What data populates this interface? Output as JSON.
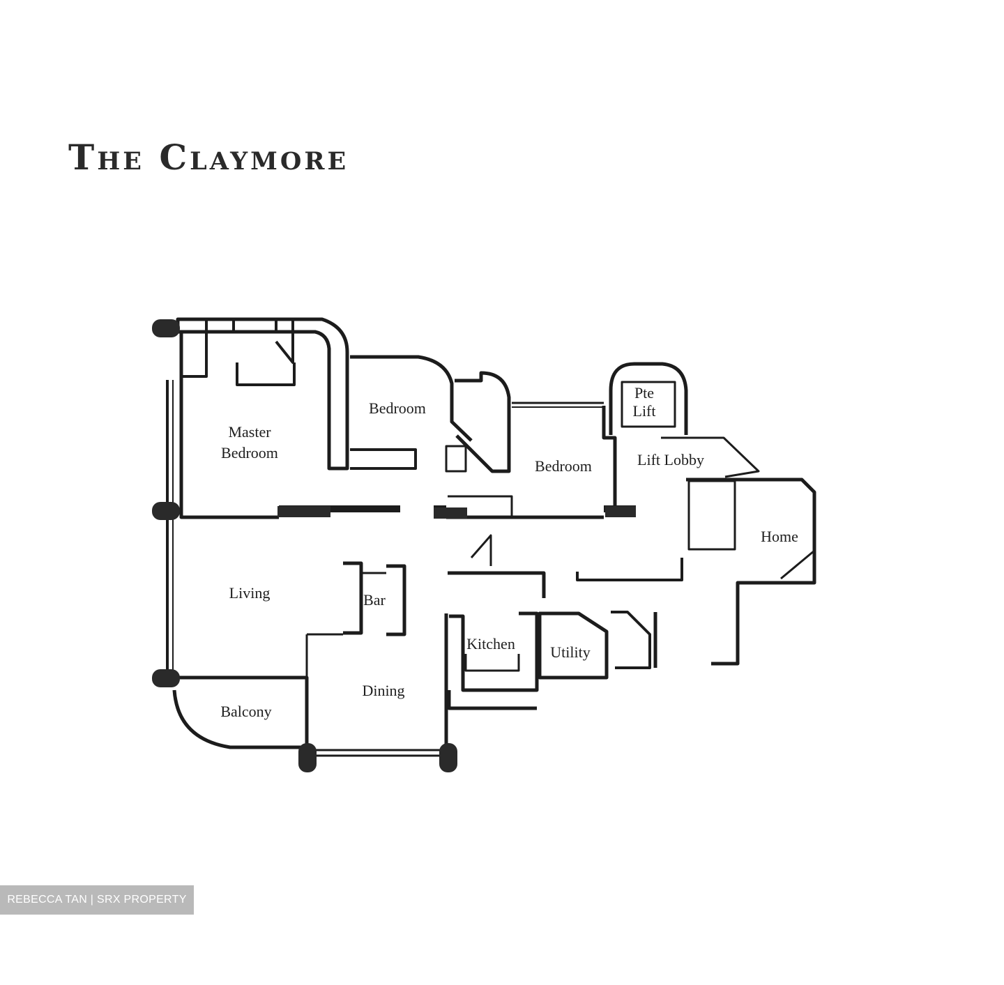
{
  "title": "The Claymore",
  "rooms": {
    "master_bedroom": [
      "Master",
      "Bedroom"
    ],
    "bedroom_1": "Bedroom",
    "bedroom_2": "Bedroom",
    "pte_lift": [
      "Pte",
      "Lift"
    ],
    "lift_lobby": "Lift Lobby",
    "home": "Home",
    "living": "Living",
    "bar": "Bar",
    "kitchen": "Kitchen",
    "utility": "Utility",
    "balcony": "Balcony",
    "dining": "Dining"
  },
  "watermark": "REBECCA TAN | SRX PROPERTY",
  "colors": {
    "wall": "#1c1c1c",
    "paper": "#ffffff",
    "watermark_bg": "#b9b9b9"
  }
}
